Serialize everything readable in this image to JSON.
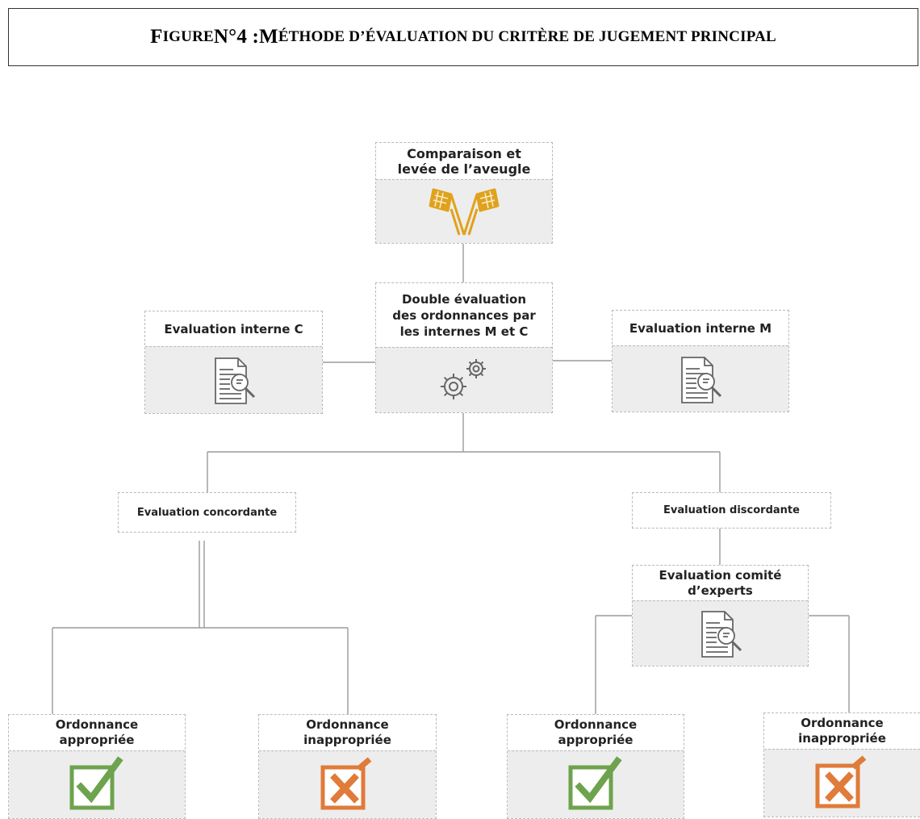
{
  "title": {
    "prefix_cap": "F",
    "prefix_rest": "IGURE",
    "number": " N°4 : ",
    "main_cap": "M",
    "main_rest": "ÉTHODE D’ÉVALUATION DU CRITÈRE DE JUGEMENT PRINCIPAL"
  },
  "nodes": {
    "comparison": {
      "line1": "Comparaison et",
      "line2": "levée de l’aveugle",
      "icon": "flags-icon"
    },
    "double_eval": {
      "line1": "Double évaluation",
      "line2": "des ordonnances par",
      "line3": "les internes M et C",
      "icon": "gears-icon"
    },
    "eval_c": {
      "label": "Evaluation interne C",
      "icon": "document-search-icon"
    },
    "eval_m": {
      "label": "Evaluation interne M",
      "icon": "document-search-icon"
    },
    "concordant": {
      "label": "Evaluation concordante"
    },
    "discordant": {
      "label": "Evaluation discordante"
    },
    "experts": {
      "line1": "Evaluation comité",
      "line2": "d’experts",
      "icon": "document-search-icon"
    },
    "outcomes": [
      {
        "line1": "Ordonnance",
        "line2": "appropriée",
        "icon": "check-icon"
      },
      {
        "line1": "Ordonnance",
        "line2": "inappropriée",
        "icon": "cross-icon"
      },
      {
        "line1": "Ordonnance",
        "line2": "appropriée",
        "icon": "check-icon"
      },
      {
        "line1": "Ordonnance",
        "line2": "inappropriée",
        "icon": "cross-icon"
      }
    ]
  },
  "colors": {
    "flag": "#e0a21c",
    "check": "#6da34d",
    "cross": "#e07b39",
    "icon_gray": "#666666",
    "connector": "#9a9a9a"
  }
}
